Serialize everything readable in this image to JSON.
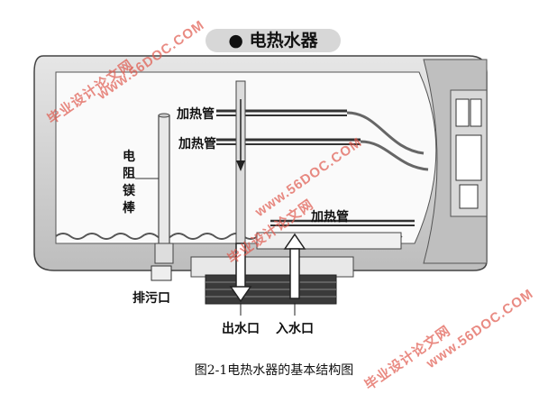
{
  "title": "电热水器",
  "labels": {
    "heating_tube_1": "加热管",
    "heating_tube_2": "加热管",
    "heating_tube_3": "加热管",
    "magnesium_rod": "电阻镁棒",
    "drain_outlet": "排污口",
    "water_outlet": "出水口",
    "water_inlet": "入水口"
  },
  "caption": "图2-1电热水器的基本结构图",
  "watermarks": {
    "cn": "毕业设计论文网",
    "url": "www.56DOC.COM"
  },
  "colors": {
    "watermark": "#e05a4e",
    "tank_shell": "#cfcfcf",
    "tank_inner": "#fafafa"
  }
}
